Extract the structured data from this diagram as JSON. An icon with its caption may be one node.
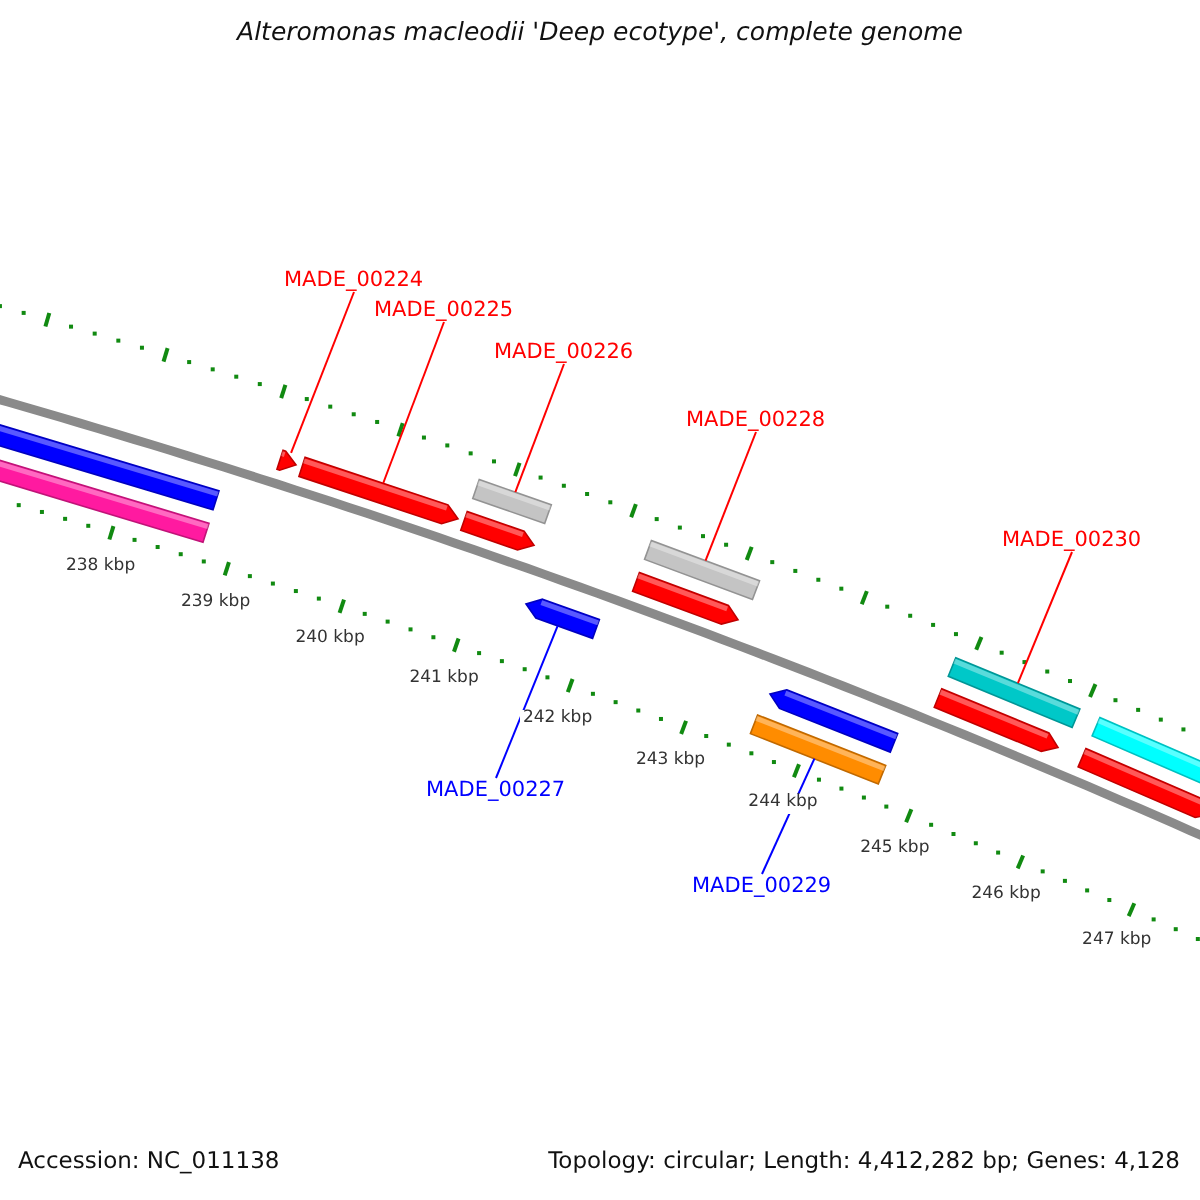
{
  "diagram": {
    "title": "Alteromonas macleodii 'Deep ecotype', complete genome",
    "nodes": [
      {
        "text": [
          "MADE_00224"
        ]
      },
      {
        "text": [
          "MADE_00225"
        ]
      },
      {
        "text": [
          "MADE_00226"
        ]
      },
      {
        "text": [
          "MADE_00228"
        ]
      },
      {
        "text": [
          "MADE_00230"
        ]
      },
      {
        "text": [
          "MADE_00227"
        ]
      },
      {
        "text": [
          "MADE_00229"
        ]
      },
      {
        "text": [],
        "shape": "bar"
      },
      {
        "text": [],
        "shape": "bar"
      },
      {
        "text": [],
        "shape": "bar"
      },
      {
        "text": [],
        "shape": "bar"
      },
      {
        "text": [],
        "shape": "bar"
      },
      {
        "text": [],
        "shape": "bar"
      },
      {
        "text": [],
        "shape": "bar"
      }
    ],
    "edges": [
      {
        "from": 0,
        "to": 7,
        "arrow": "none"
      },
      {
        "from": 1,
        "to": 8,
        "arrow": "none"
      },
      {
        "from": 2,
        "to": 9,
        "arrow": "none"
      },
      {
        "from": 5,
        "to": 10,
        "arrow": "none",
        "color": "#0000ff"
      },
      {
        "from": 3,
        "to": 11,
        "arrow": "none"
      },
      {
        "from": 6,
        "to": 12,
        "arrow": "none",
        "color": "#0000ff"
      },
      {
        "from": 4,
        "to": 13,
        "arrow": "none"
      }
    ],
    "labels": [
      "238 kbp",
      "239 kbp",
      "240 kbp",
      "241 kbp",
      "242 kbp",
      "243 kbp",
      "244 kbp",
      "245 kbp",
      "246 kbp",
      "247 kbp",
      "Accession: NC_011138",
      "Topology: circular; Length: 4,412,282 bp; Genes: 4,128"
    ]
  }
}
